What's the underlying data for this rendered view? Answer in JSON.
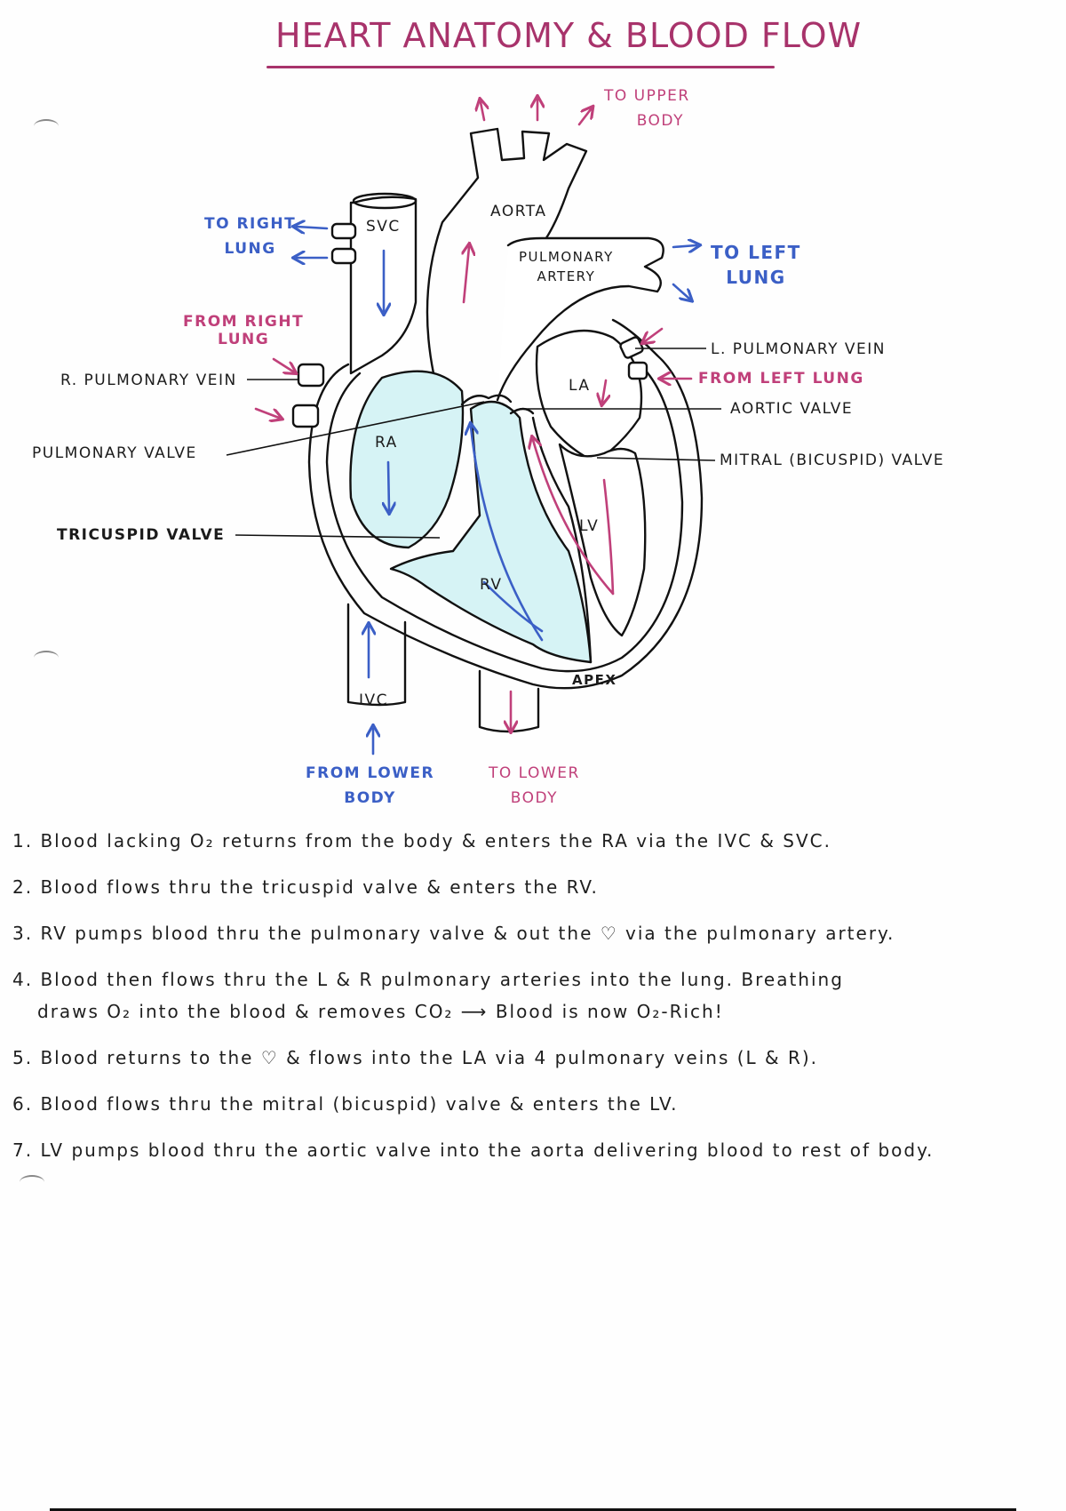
{
  "title": "HEART ANATOMY & BLOOD FLOW",
  "colors": {
    "title": "#a8336b",
    "oxygen_rich": "#c0407a",
    "oxygen_poor": "#3b5fc6",
    "deoxy_fill": "#d6f3f5",
    "ink": "#1b1b1b"
  },
  "flow_labels": {
    "to_upper_body": [
      "TO UPPER",
      "BODY"
    ],
    "to_right_lung": [
      "TO RIGHT",
      "LUNG"
    ],
    "to_left_lung": [
      "TO LEFT",
      "LUNG"
    ],
    "from_right_lung": [
      "FROM RIGHT",
      "LUNG"
    ],
    "from_left_lung": "FROM LEFT LUNG",
    "from_lower_body": [
      "FROM LOWER",
      "BODY"
    ],
    "to_lower_body": [
      "TO LOWER",
      "BODY"
    ]
  },
  "structures": {
    "svc": "SVC",
    "ivc": "IVC",
    "aorta": "AORTA",
    "pulmonary_artery": [
      "PULMONARY",
      "ARTERY"
    ],
    "ra": "RA",
    "rv": "RV",
    "la": "LA",
    "lv": "LV",
    "apex": "APEX"
  },
  "callouts": {
    "r_pulmonary_vein": "R. PULMONARY VEIN",
    "pulmonary_valve": "PULMONARY VALVE",
    "tricuspid_valve": "TRICUSPID VALVE",
    "l_pulmonary_vein": "L. PULMONARY VEIN",
    "aortic_valve": "AORTIC VALVE",
    "mitral_valve": "MITRAL (BICUSPID) VALVE"
  },
  "notes": [
    {
      "num": "1.",
      "text": "Blood lacking O₂ returns from the body & enters the RA via the IVC & SVC."
    },
    {
      "num": "2.",
      "text": "Blood flows thru the tricuspid valve & enters the RV."
    },
    {
      "num": "3.",
      "text": "RV pumps blood thru the pulmonary valve & out the ♡ via the pulmonary artery."
    },
    {
      "num": "4.",
      "text": "Blood then flows thru the L & R pulmonary arteries into the lung. Breathing",
      "cont": "draws O₂ into the blood & removes CO₂ ⟶ Blood is now O₂-Rich!"
    },
    {
      "num": "5.",
      "text": "Blood returns to the ♡ & flows into the LA via 4 pulmonary veins (L & R)."
    },
    {
      "num": "6.",
      "text": "Blood flows thru the mitral (bicuspid) valve & enters the LV."
    },
    {
      "num": "7.",
      "text": "LV pumps blood thru the aortic valve into the aorta delivering blood to rest of body."
    }
  ]
}
